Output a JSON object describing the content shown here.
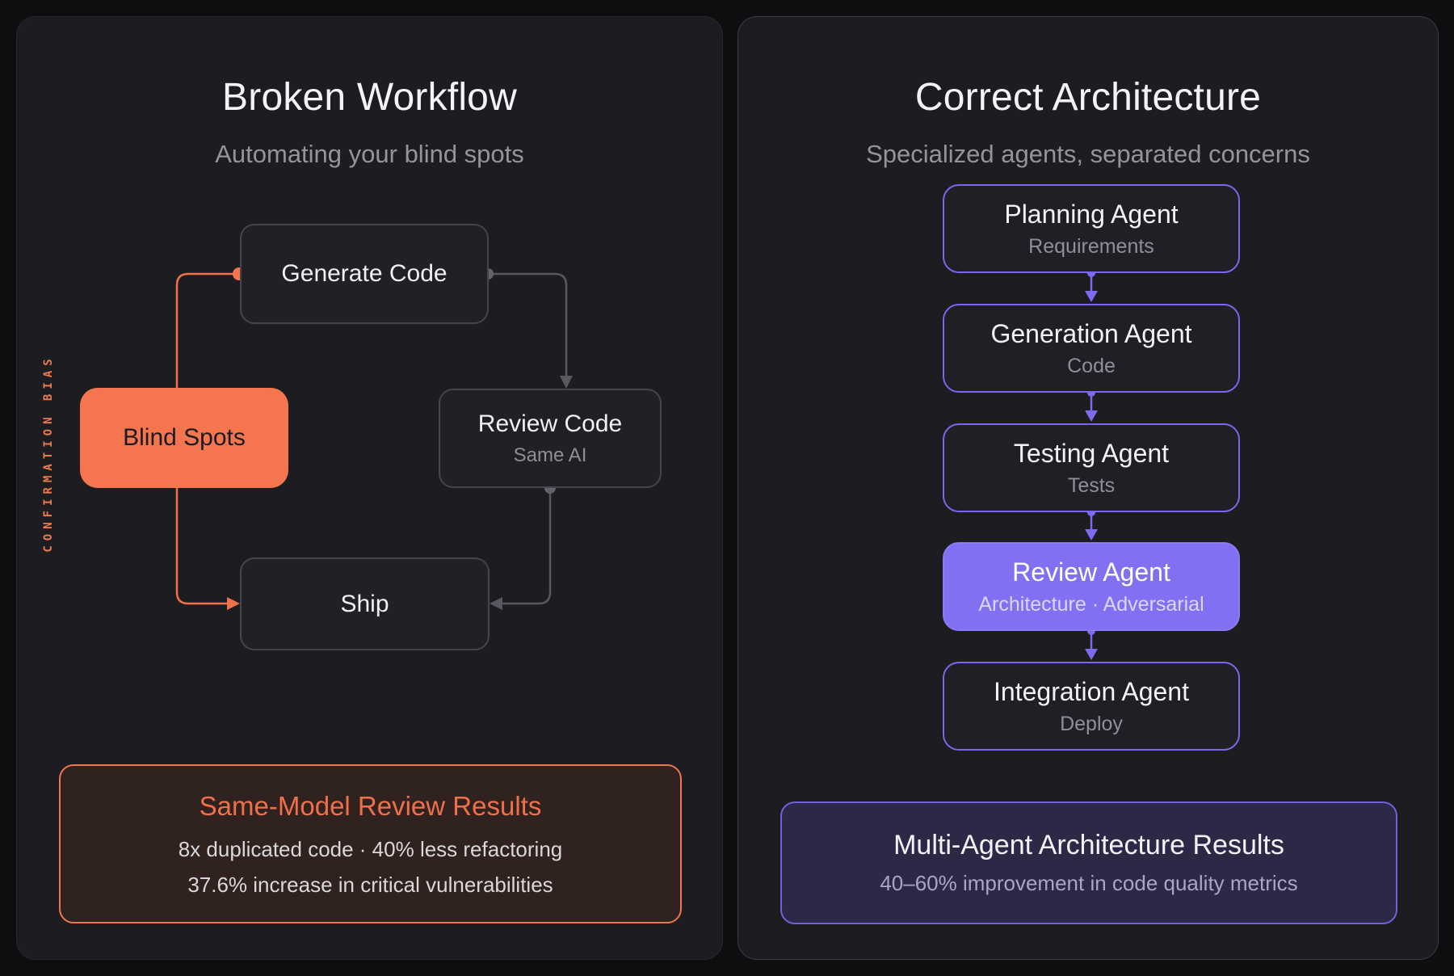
{
  "left": {
    "title": "Broken Workflow",
    "subtitle": "Automating your blind spots",
    "side_label": "CONFIRMATION BIAS",
    "accent_color": "#f5764e",
    "nodes": {
      "generate": {
        "label": "Generate Code"
      },
      "review": {
        "label": "Review Code",
        "sublabel": "Same AI"
      },
      "blind": {
        "label": "Blind Spots"
      },
      "ship": {
        "label": "Ship"
      }
    },
    "results": {
      "title": "Same-Model Review Results",
      "line1": "8x duplicated code · 40% less refactoring",
      "line2": "37.6% increase in critical vulnerabilities"
    }
  },
  "right": {
    "title": "Correct Architecture",
    "subtitle": "Specialized agents, separated concerns",
    "accent_color": "#7a67ef",
    "agents": [
      {
        "label": "Planning Agent",
        "sublabel": "Requirements"
      },
      {
        "label": "Generation Agent",
        "sublabel": "Code"
      },
      {
        "label": "Testing Agent",
        "sublabel": "Tests"
      },
      {
        "label": "Review Agent",
        "sublabel": "Architecture · Adversarial"
      },
      {
        "label": "Integration Agent",
        "sublabel": "Deploy"
      }
    ],
    "results": {
      "title": "Multi-Agent Architecture Results",
      "line1": "40–60% improvement in code quality metrics"
    }
  }
}
